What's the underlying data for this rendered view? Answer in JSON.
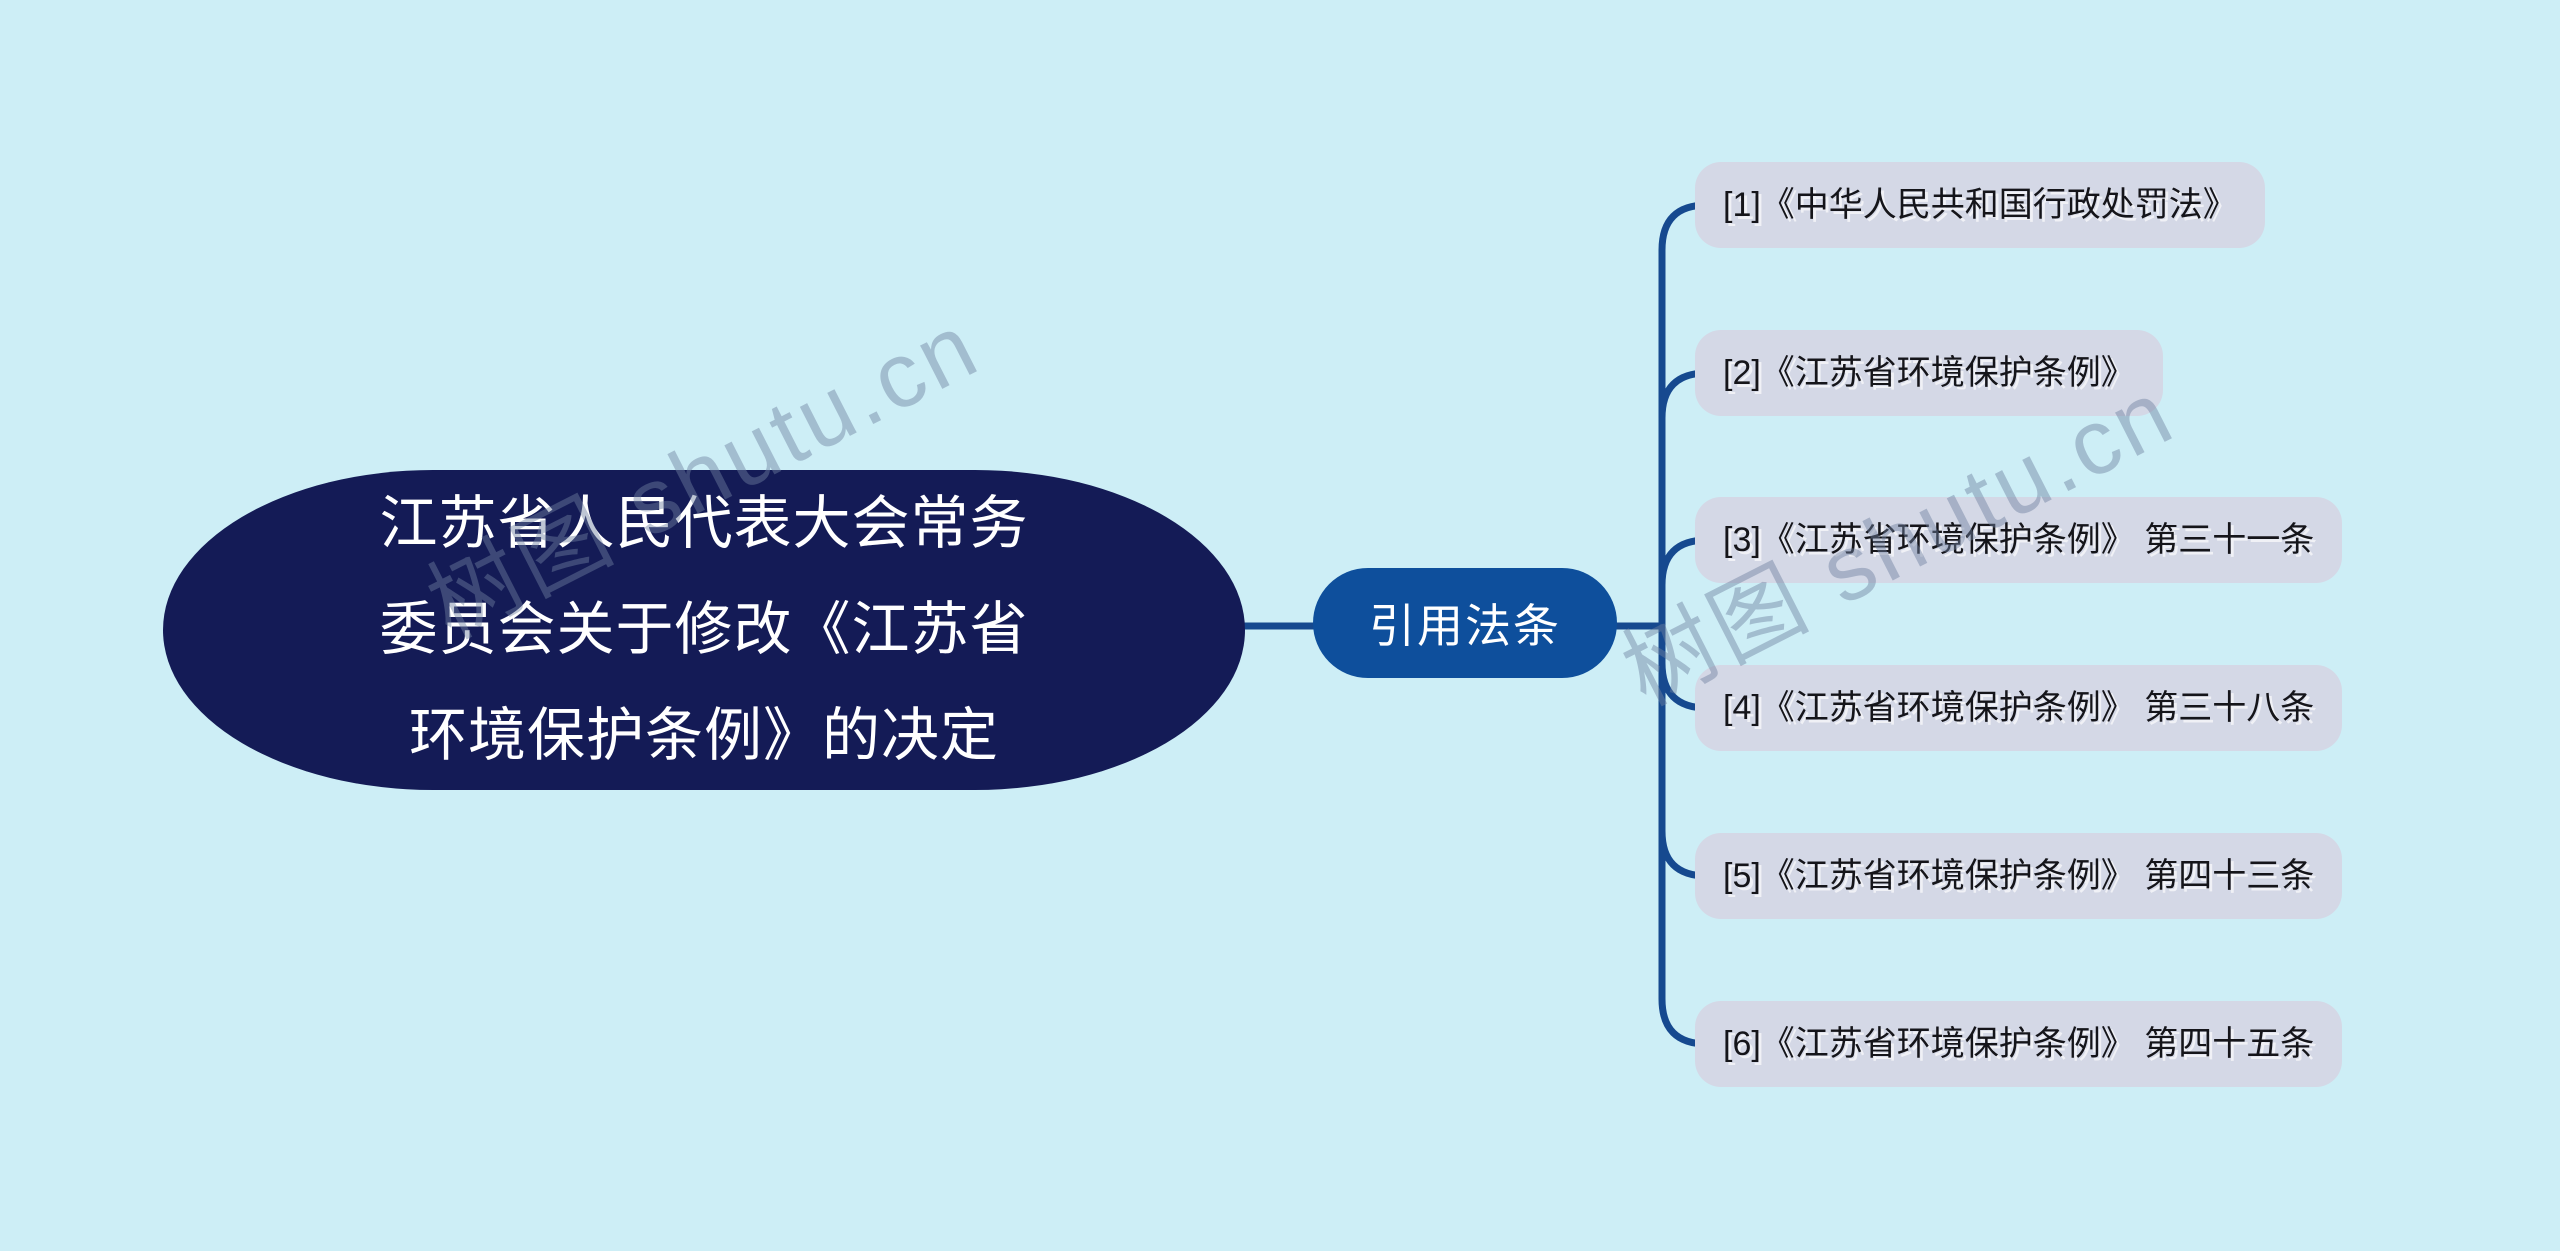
{
  "canvas": {
    "background": "#cdeef6"
  },
  "root": {
    "full_text": "江苏省人民代表大会常务委员会关于修改《江苏省环境保护条例》的决定",
    "lines": [
      "江苏省人民代表大会常务",
      "委员会关于修改《江苏省",
      "环境保护条例》的决定"
    ]
  },
  "branch": {
    "label": "引用法条"
  },
  "leaves": [
    {
      "index": "[1]",
      "label": "[1]《中华人民共和国行政处罚法》"
    },
    {
      "index": "[2]",
      "label": "[2]《江苏省环境保护条例》"
    },
    {
      "index": "[3]",
      "label": "[3]《江苏省环境保护条例》 第三十一条"
    },
    {
      "index": "[4]",
      "label": "[4]《江苏省环境保护条例》 第三十八条"
    },
    {
      "index": "[5]",
      "label": "[5]《江苏省环境保护条例》 第四十三条"
    },
    {
      "index": "[6]",
      "label": "[6]《江苏省环境保护条例》 第四十五条"
    }
  ],
  "watermarks": [
    {
      "text": "树图 shutu.cn"
    },
    {
      "text": "树图 shutu.cn"
    }
  ],
  "colors": {
    "background": "#cdeef6",
    "root_fill": "#141b56",
    "branch_fill": "#0e4f9c",
    "edge_stroke": "#16498f",
    "leaf_fill": "#d4d8e6",
    "leaf_text": "#15151a",
    "node_text": "#ffffff",
    "watermark": "#6e80a0"
  }
}
